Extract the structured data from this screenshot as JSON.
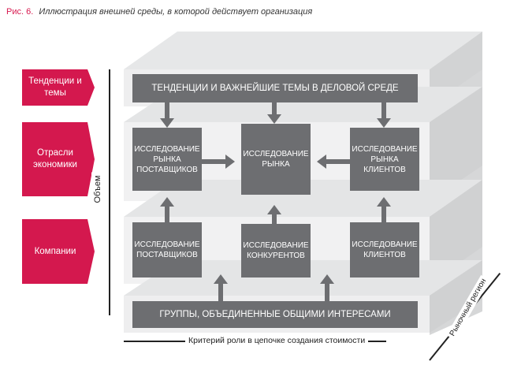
{
  "caption": {
    "number": "Рис. 6.",
    "text": "Иллюстрация внешней среды, в которой действует организация"
  },
  "tags": [
    {
      "label": "Тенденции и темы"
    },
    {
      "label": "Отрасли экономики"
    },
    {
      "label": "Компании"
    }
  ],
  "axes": {
    "vertical": "Объем",
    "horizontal": "Критерий роли в цепочке создания стоимости",
    "diagonal": "Рыночный регион"
  },
  "boxes": {
    "trends": "Тенденции и важнейшие темы в деловой среде",
    "supplier_market": "Исследование рынка поставщиков",
    "market": "Исследование рынка",
    "client_market": "Исследование рынка клиентов",
    "suppliers": "Исследование поставщиков",
    "competitors": "Исследование конкурентов",
    "clients": "Исследование клиентов",
    "groups": "Группы, объединенные общими интересами"
  },
  "colors": {
    "accent": "#d4184e",
    "box": "#6d6e71",
    "layer_top": "#e8e9ea",
    "layer_front": "#f2f2f3",
    "layer_side": "#d2d3d4"
  }
}
